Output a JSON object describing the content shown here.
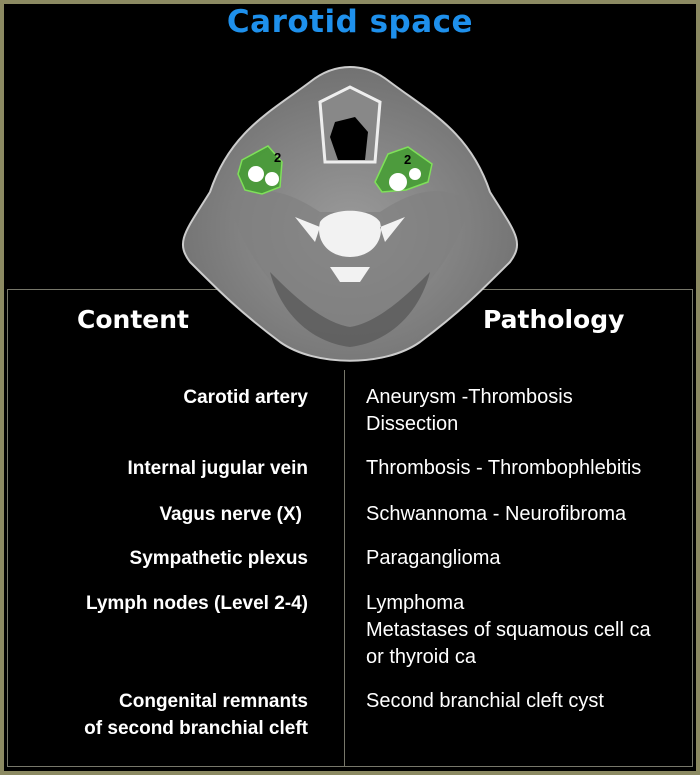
{
  "title": "Carotid space",
  "image": {
    "labels": [
      "2",
      "2"
    ],
    "highlight_color": "#3fa02a"
  },
  "headers": {
    "content": "Content",
    "pathology": "Pathology"
  },
  "rows": [
    {
      "content": [
        "Carotid artery"
      ],
      "pathology": [
        "Aneurysm -Thrombosis",
        "Dissection"
      ]
    },
    {
      "content": [
        "Internal jugular vein"
      ],
      "pathology": [
        "Thrombosis - Thrombophlebitis"
      ]
    },
    {
      "content": [
        "Vagus nerve (X)"
      ],
      "pathology": [
        "Schwannoma - Neurofibroma"
      ]
    },
    {
      "content": [
        "Sympathetic plexus"
      ],
      "pathology": [
        "Paraganglioma"
      ]
    },
    {
      "content": [
        "Lymph nodes (Level 2-4)"
      ],
      "pathology": [
        "Lymphoma",
        "Metastases of squamous cell ca",
        "or thyroid ca"
      ]
    },
    {
      "content": [
        "Congenital remnants",
        "of second branchial cleft"
      ],
      "pathology": [
        "Second branchial cleft cyst"
      ]
    }
  ],
  "colors": {
    "title": "#1e90ec",
    "frame": "#8c8a62",
    "background": "#000000"
  }
}
